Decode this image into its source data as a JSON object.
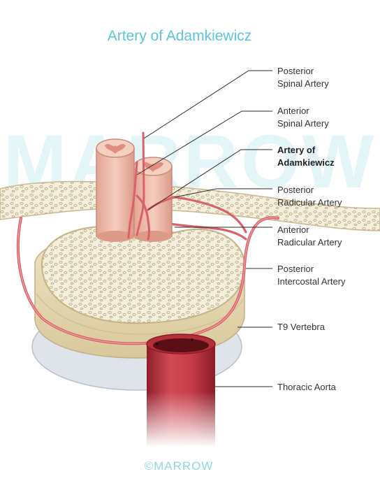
{
  "title": "Artery of Adamkiewicz",
  "watermark": "MARROW",
  "footer": "©MARROW",
  "colors": {
    "title": "#5cc6d8",
    "artery": "#d9626a",
    "aorta": "#b92e3a",
    "cord": "#f0c2b3",
    "bone": "#f2ead3",
    "disc": "#dfe3ea"
  },
  "labels": {
    "posterior_spinal": [
      "Posterior",
      "Spinal Artery"
    ],
    "anterior_spinal": [
      "Anterior",
      "Spinal Artery"
    ],
    "adamkiewicz": [
      "Artery of",
      "Adamkiewicz"
    ],
    "posterior_radicular": [
      "Posterior",
      "Radicular Artery"
    ],
    "anterior_radicular": [
      "Anterior",
      "Radicular Artery"
    ],
    "posterior_intercostal": [
      "Posterior",
      "Intercostal Artery"
    ],
    "t9_vertebra": [
      "T9 Vertebra"
    ],
    "thoracic_aorta": [
      "Thoracic Aorta"
    ]
  }
}
